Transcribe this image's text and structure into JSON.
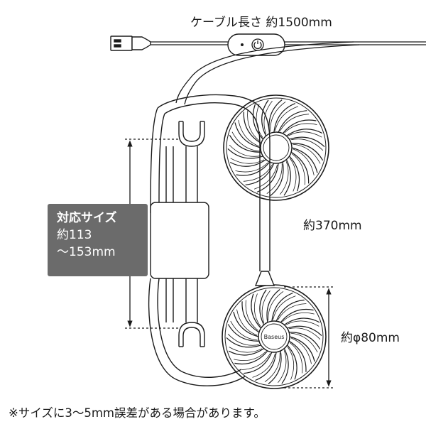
{
  "labels": {
    "cable_length": "ケーブル長さ 約1500mm",
    "arm_length": "約370mm",
    "fan_diameter": "約φ80mm",
    "size_title": "対応サイズ",
    "size_line1": "約113",
    "size_line2": "〜153mm",
    "note": "※サイズに3〜5mm誤差がある場合があります。"
  },
  "logo_text": "Baseus",
  "colors": {
    "line": "#1a1a1a",
    "box_bg": "#6b6b6b",
    "box_text": "#ffffff",
    "background": "#ffffff"
  },
  "icons": [
    "usb-plug-icon",
    "power-icon",
    "fan-icon"
  ]
}
